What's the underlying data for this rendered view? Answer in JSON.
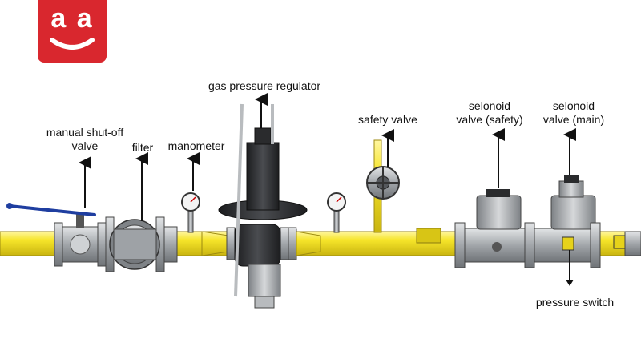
{
  "logo": {
    "text": "a a"
  },
  "labels": {
    "manual_valve": [
      "manual shut-off",
      "valve"
    ],
    "filter": "filter",
    "manometer": "manometer",
    "regulator": "gas pressure regulator",
    "safety_valve": "safety valve",
    "solenoid_safety": [
      "selonoid",
      "valve (safety)"
    ],
    "solenoid_main": [
      "selonoid",
      "valve (main)"
    ],
    "pressure_switch": "pressure switch"
  },
  "colors": {
    "logo_red": "#d9272e",
    "pipe_yellow": "#f2e01f",
    "steel_gray": "#9a9da1",
    "dark_body": "#2a2b2d",
    "handle_blue": "#1f3ea0",
    "text": "#111111"
  },
  "icons": {
    "logo": "smile-logo-icon"
  }
}
